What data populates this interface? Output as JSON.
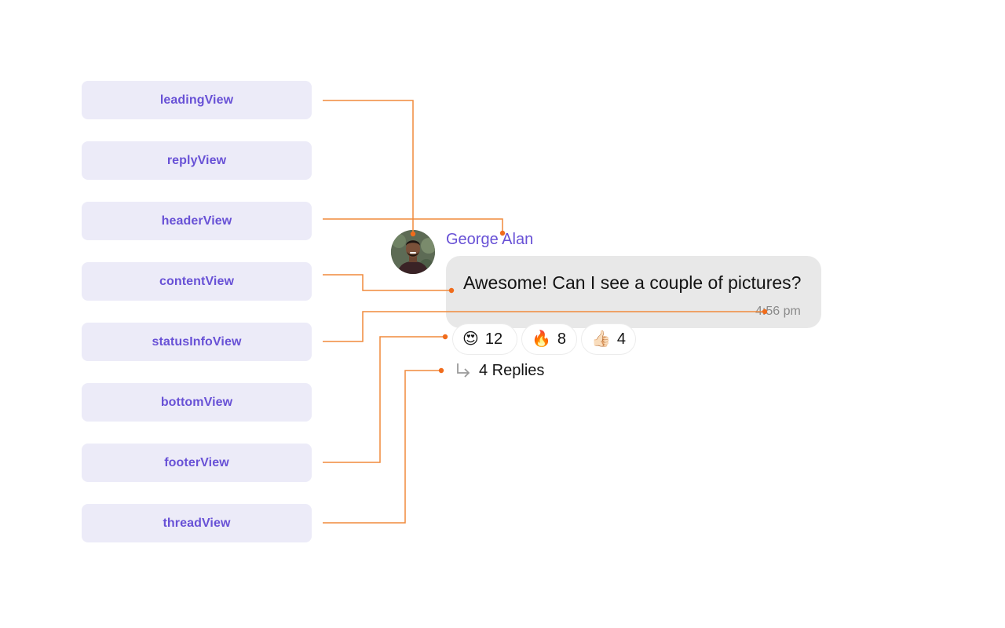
{
  "labels": {
    "leading": "leadingView",
    "reply": "replyView",
    "header": "headerView",
    "content": "contentView",
    "status_info": "statusInfoView",
    "bottom": "bottomView",
    "footer": "footerView",
    "thread": "threadView"
  },
  "message": {
    "sender": "George Alan",
    "text": "Awesome! Can I see a couple of pictures?",
    "time": "4:56 pm"
  },
  "reactions": [
    {
      "emoji": "😍",
      "count": "12"
    },
    {
      "emoji": "🔥",
      "count": "8"
    },
    {
      "emoji": "👍🏻",
      "count": "4"
    }
  ],
  "thread": {
    "replies_label": "4 Replies"
  },
  "colors": {
    "connector": "#f08a3c",
    "label_bg": "#ecebf8",
    "label_text": "#6851d6",
    "bubble_bg": "#e8e8e8"
  }
}
